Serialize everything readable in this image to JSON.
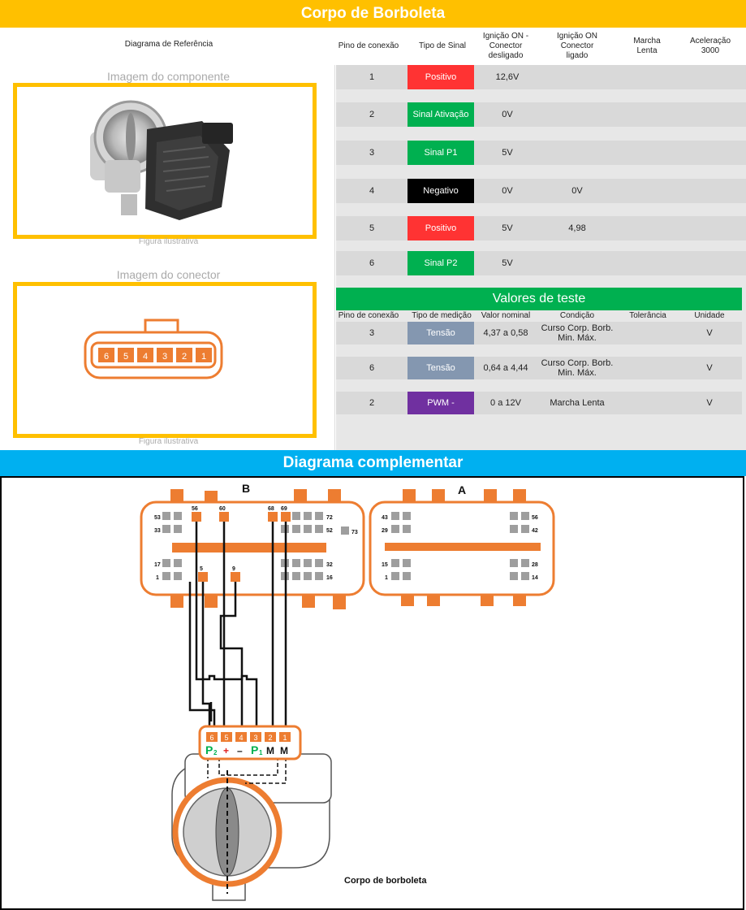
{
  "title": "Corpo de Borboleta",
  "header": {
    "ref_diagram": "Diagrama de Referência",
    "pin": "Pino de conexão",
    "signal_type": "Tipo de Sinal",
    "ign_off": "Ignição ON - Conector desligado",
    "ign_on": "Ignição ON Conector ligado",
    "idle": "Marcha Lenta",
    "accel": "Aceleração 3000"
  },
  "left": {
    "component_caption": "Imagem do componente",
    "component_figure": "Figura ilustrativa",
    "connector_caption": "Imagem do conector",
    "connector_figure": "Figura ilustrativa",
    "connector_pins": [
      "6",
      "5",
      "4",
      "3",
      "2",
      "1"
    ]
  },
  "pins": [
    {
      "pin": "1",
      "type": "Positivo",
      "color": "#FF3333",
      "off": "12,6V",
      "on": ""
    },
    {
      "pin": "2",
      "type": "Sinal Ativação",
      "color": "#00B050",
      "off": "0V",
      "on": ""
    },
    {
      "pin": "3",
      "type": "Sinal P1",
      "color": "#00B050",
      "off": "5V",
      "on": ""
    },
    {
      "pin": "4",
      "type": "Negativo",
      "color": "#000000",
      "off": "0V",
      "on": "0V"
    },
    {
      "pin": "5",
      "type": "Positivo",
      "color": "#FF3333",
      "off": "5V",
      "on": "4,98"
    },
    {
      "pin": "6",
      "type": "Sinal P2",
      "color": "#00B050",
      "off": "5V",
      "on": ""
    }
  ],
  "test": {
    "title": "Valores de teste",
    "headers": {
      "pin": "Pino de conexão",
      "measure": "Tipo de medição",
      "nominal": "Valor nominal",
      "condition": "Condição",
      "tolerance": "Tolerância",
      "unit": "Unidade"
    },
    "rows": [
      {
        "pin": "3",
        "type": "Tensão",
        "color": "#8497B0",
        "nominal": "4,37 a 0,58",
        "condition": "Curso Corp. Borb. Min. Máx.",
        "tolerance": "",
        "unit": "V"
      },
      {
        "pin": "6",
        "type": "Tensão",
        "color": "#8497B0",
        "nominal": "0,64 a 4,44",
        "condition": "Curso Corp. Borb. Min. Máx.",
        "tolerance": "",
        "unit": "V"
      },
      {
        "pin": "2",
        "type": "PWM -",
        "color": "#7030A0",
        "nominal": "0 a 12V",
        "condition": "Marcha Lenta",
        "tolerance": "",
        "unit": "V"
      }
    ]
  },
  "diagram": {
    "title": "Diagrama complementar",
    "label_b": "B",
    "label_a": "A",
    "b_pins": {
      "p56": "56",
      "p60": "60",
      "p68": "68",
      "p69": "69",
      "p5": "5",
      "p9": "9",
      "p53": "53",
      "p33": "33",
      "p17": "17",
      "p1": "1",
      "p72": "72",
      "p52": "52",
      "p73": "73",
      "p32": "32",
      "p16": "16"
    },
    "a_pins": {
      "p43": "43",
      "p29": "29",
      "p15": "15",
      "p1": "1",
      "p56": "56",
      "p42": "42",
      "p28": "28",
      "p14": "14"
    },
    "tb_pins": [
      "6",
      "5",
      "4",
      "3",
      "2",
      "1"
    ],
    "tb_labels": {
      "p2": "P",
      "p2_sub": "2",
      "plus": "+",
      "minus": "–",
      "p1": "P",
      "p1_sub": "1",
      "m1": "M",
      "m2": "M"
    },
    "caption": "Corpo de borboleta"
  }
}
